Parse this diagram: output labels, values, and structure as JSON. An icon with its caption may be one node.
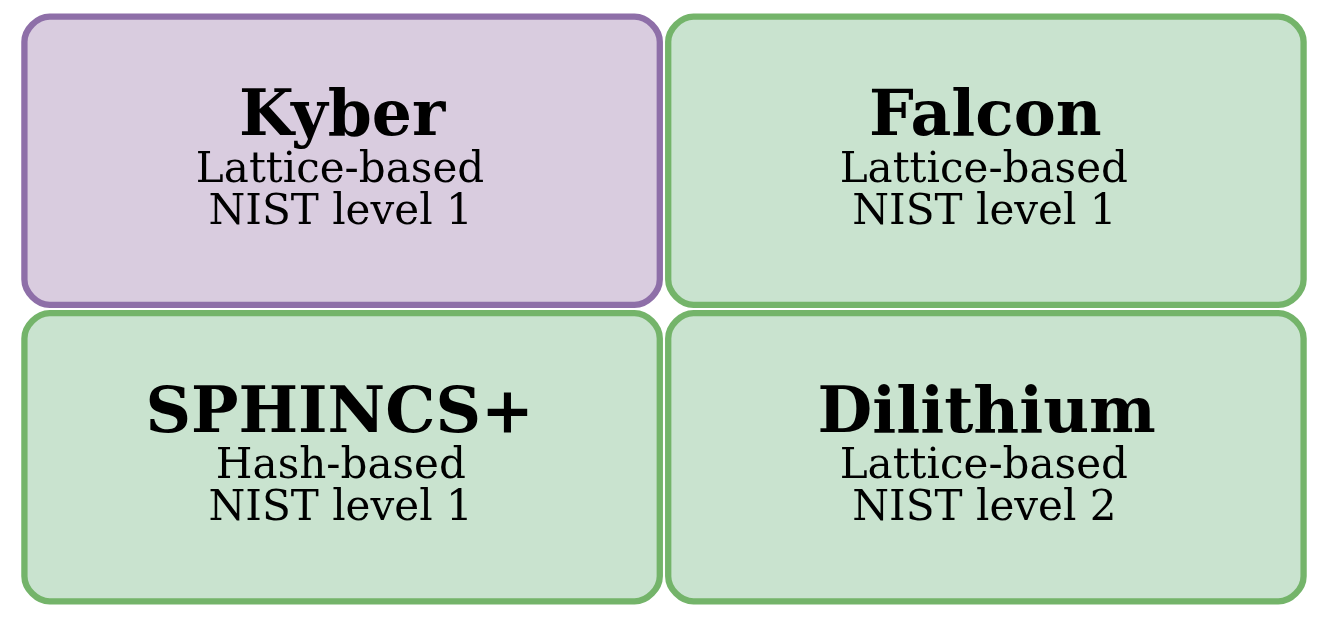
{
  "diagram": {
    "nodes": [
      {
        "text": [
          "Kyber",
          "Lattice-based",
          "NIST level 1"
        ]
      },
      {
        "text": [
          "SPHINCS+",
          "Hash-based",
          "NIST level 1"
        ]
      },
      {
        "text": [
          "Falcon",
          "Lattice-based",
          "NIST level 1"
        ]
      },
      {
        "text": [
          "Dilithium",
          "Lattice-based",
          "NIST level 2"
        ]
      }
    ]
  }
}
